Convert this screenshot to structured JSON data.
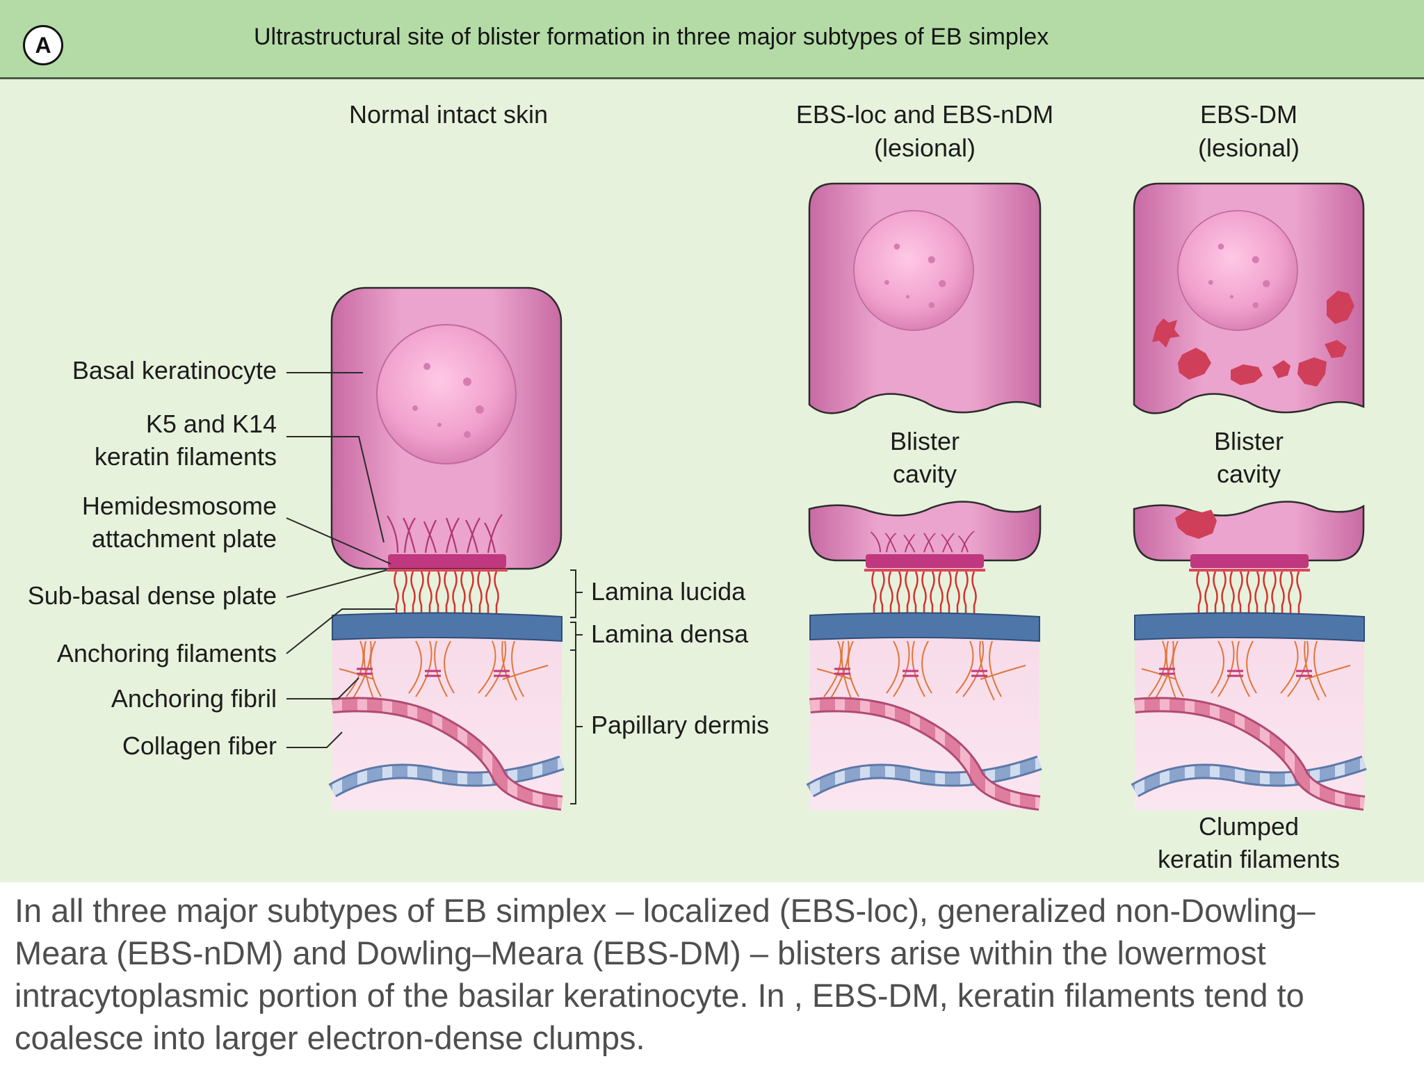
{
  "header": {
    "panel_letter": "A",
    "title": "Ultrastructural site of blister formation in three major subtypes of EB simplex"
  },
  "columns": {
    "normal": "Normal intact skin",
    "loc_ndm_line1": "EBS-loc and EBS-nDM",
    "loc_ndm_line2": "(lesional)",
    "dm_line1": "EBS-DM",
    "dm_line2": "(lesional)"
  },
  "left_labels": {
    "basal_keratinocyte": "Basal keratinocyte",
    "keratin_line1": "K5 and K14",
    "keratin_line2": "keratin filaments",
    "hemidesmosome_line1": "Hemidesmosome",
    "hemidesmosome_line2": "attachment plate",
    "sub_basal": "Sub-basal dense plate",
    "anchoring_filaments": "Anchoring filaments",
    "anchoring_fibril": "Anchoring fibril",
    "collagen_fiber": "Collagen fiber"
  },
  "right_labels": {
    "lamina_lucida": "Lamina lucida",
    "lamina_densa": "Lamina densa",
    "papillary_dermis": "Papillary dermis"
  },
  "blister": {
    "loc_line1": "Blister",
    "loc_line2": "cavity",
    "dm_line1": "Blister",
    "dm_line2": "cavity"
  },
  "clumped": {
    "line1": "Clumped",
    "line2": "keratin filaments"
  },
  "caption": "In all three major subtypes of EB simplex – localized (EBS-loc), generalized non-Dowling–Meara (EBS-nDM) and Dowling–Meara (EBS-DM) – blisters arise within the lowermost intracytoplasmic portion of the basilar keratinocyte. In , EBS-DM, keratin filaments tend to coalesce into larger electron-dense clumps.",
  "colors": {
    "header_bg": "#b4dba6",
    "figure_bg": "#e7f2dc",
    "cell_fill": "#d98abb",
    "nucleus": "#f2a6d0",
    "plate": "#c0387f",
    "lamina_densa": "#4f76a8",
    "anchoring": "#d4312f",
    "clump": "#cf3f5a"
  }
}
